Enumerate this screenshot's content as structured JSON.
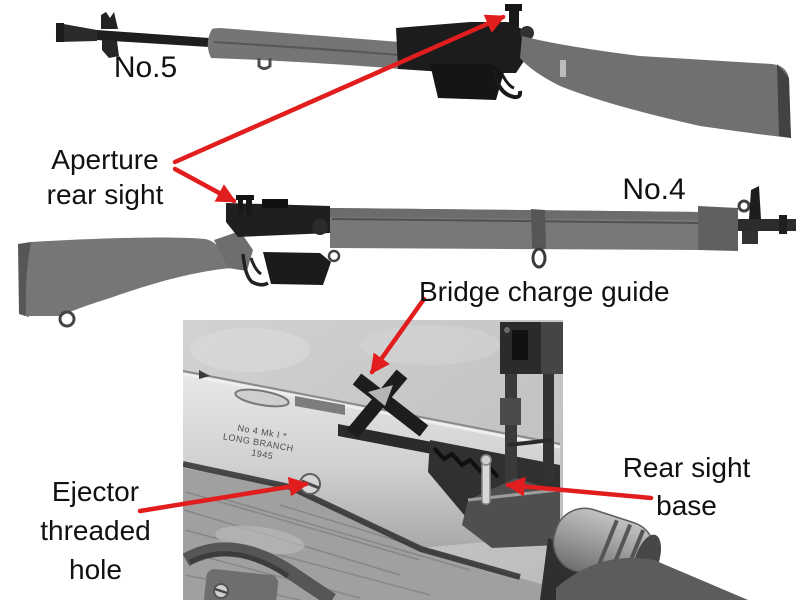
{
  "figure": {
    "background": "#ffffff",
    "arrow_color": "#e11d1d",
    "text_color": "#111111",
    "labels": {
      "no5": "No.5",
      "no4": "No.4",
      "aperture_line1": "Aperture",
      "aperture_line2": "rear sight",
      "bridge_charge_guide": "Bridge charge guide",
      "ejector_line1": "Ejector",
      "ejector_line2": "threaded",
      "ejector_line3": "hole",
      "rear_sight_base_line1": "Rear sight",
      "rear_sight_base_line2": "base"
    },
    "photo_stamp": {
      "line1": "No 4 Mk I *",
      "line2": "LONG BRANCH",
      "line3": "1945"
    }
  }
}
